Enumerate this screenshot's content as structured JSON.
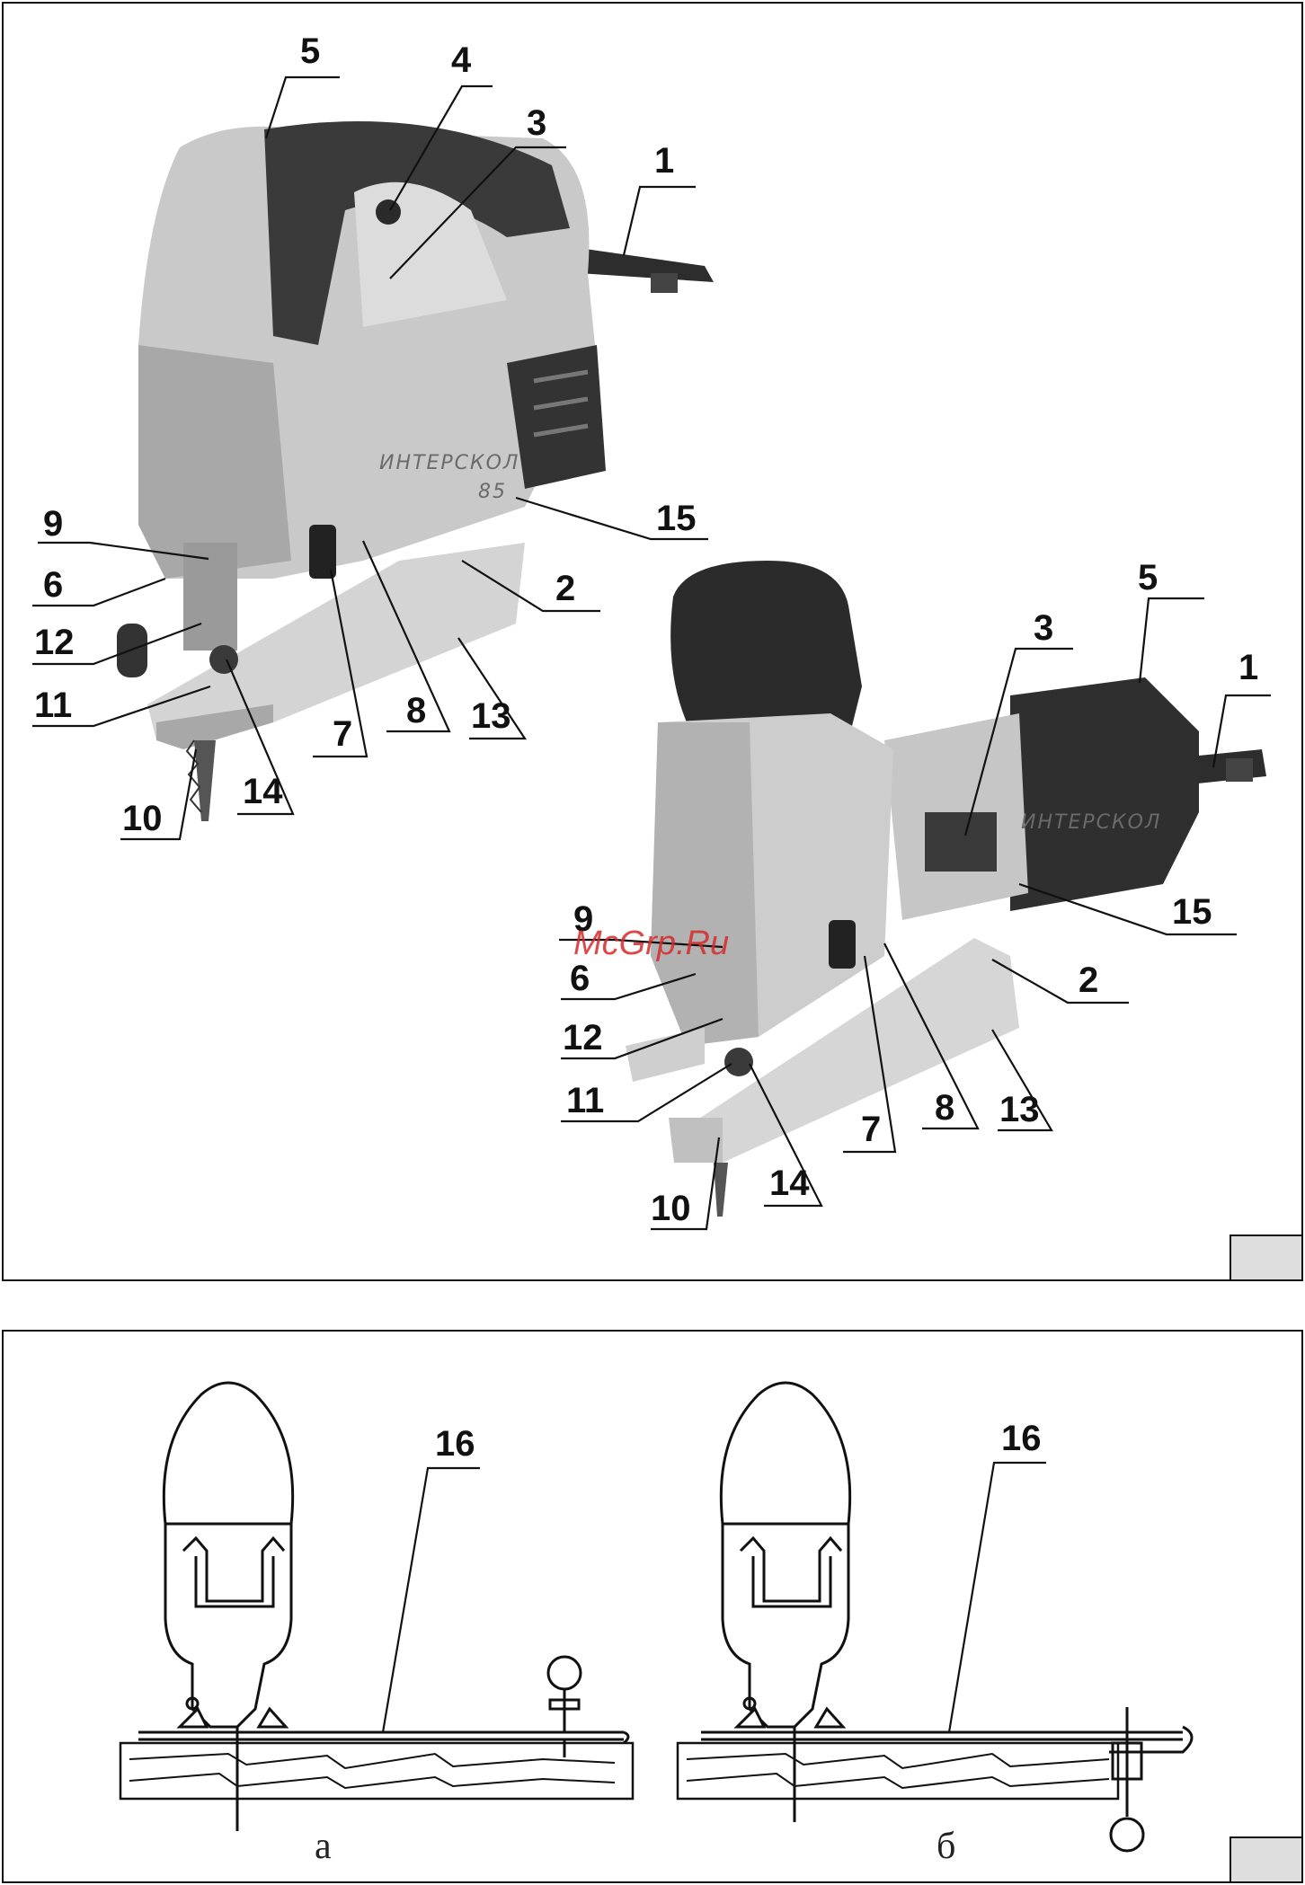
{
  "figure_top": {
    "tool_front": {
      "brand": "ИНТЕРСКОЛ",
      "model": "85",
      "callouts": [
        "5",
        "4",
        "3",
        "1",
        "9",
        "6",
        "12",
        "11",
        "10",
        "14",
        "7",
        "8",
        "13",
        "15",
        "2"
      ]
    },
    "tool_rear": {
      "brand": "ИНТЕРСКОЛ",
      "callouts": [
        "5",
        "3",
        "1",
        "15",
        "9",
        "6",
        "12",
        "11",
        "10",
        "14",
        "7",
        "8",
        "13",
        "2"
      ]
    },
    "watermark": "McGrp.Ru"
  },
  "figure_bottom": {
    "left": {
      "callout": "16",
      "caption": "а"
    },
    "right": {
      "callout": "16",
      "caption": "б"
    }
  },
  "colors": {
    "ink": "#111111",
    "watermark": "#d62a2a",
    "tab_fill": "#dedede"
  }
}
